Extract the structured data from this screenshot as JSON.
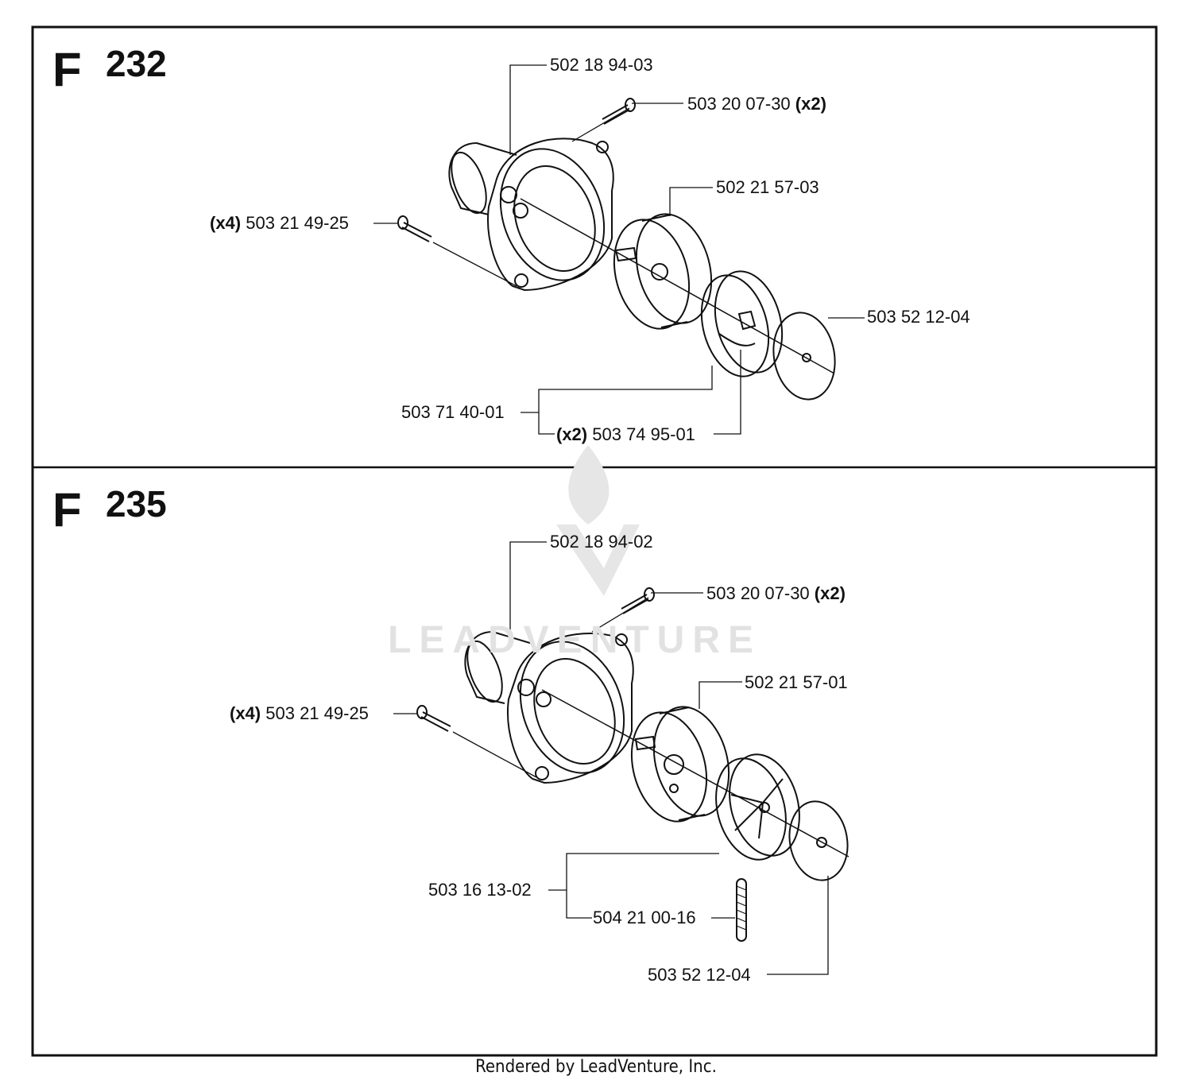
{
  "sections": [
    {
      "letter": "F",
      "number": "232",
      "labels": {
        "housing": "502 18 94-03",
        "screw_top": "503 20 07-30",
        "screw_top_qty": "(x2)",
        "screw_side_qty": "(x4)",
        "screw_side": "503 21 49-25",
        "drum": "502 21 57-03",
        "washer": "503 52 12-04",
        "clutch": "503 71 40-01",
        "spring_qty": "(x2)",
        "spring": "503 74 95-01"
      }
    },
    {
      "letter": "F",
      "number": "235",
      "labels": {
        "housing": "502 18 94-02",
        "screw_top": "503 20 07-30",
        "screw_top_qty": "(x2)",
        "screw_side_qty": "(x4)",
        "screw_side": "503 21 49-25",
        "drum": "502 21 57-01",
        "clutch": "503 16 13-02",
        "spring": "504 21 00-16",
        "washer": "503 52 12-04"
      }
    }
  ],
  "watermark": "LEADVENTURE",
  "footer": "Rendered by LeadVenture, Inc."
}
